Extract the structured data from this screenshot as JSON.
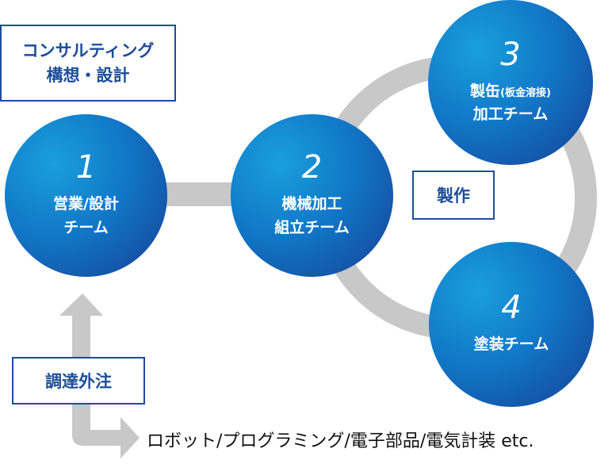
{
  "consulting_box": {
    "line1": "コンサルティング",
    "line2": "構想・設計"
  },
  "procurement_box": {
    "label": "調達外注"
  },
  "manufacturing_box": {
    "label": "製作"
  },
  "circles": [
    {
      "number": "1",
      "line1": "営業/設計",
      "line2": "チーム"
    },
    {
      "number": "2",
      "line1": "機械加工",
      "line2": "組立チーム"
    },
    {
      "number": "3",
      "line1_main": "製缶",
      "line1_small": "(板金溶接)",
      "line2": "加工チーム"
    },
    {
      "number": "4",
      "line1": "塗装チーム"
    }
  ],
  "footer_text": "ロボット/プログラミング/電子部品/電気計装 etc.",
  "colors": {
    "navy": "#1d4d9a",
    "connector_gray": "#c8c8c8",
    "circle_light": "#1aa0dc",
    "circle_dark": "#163f94"
  }
}
